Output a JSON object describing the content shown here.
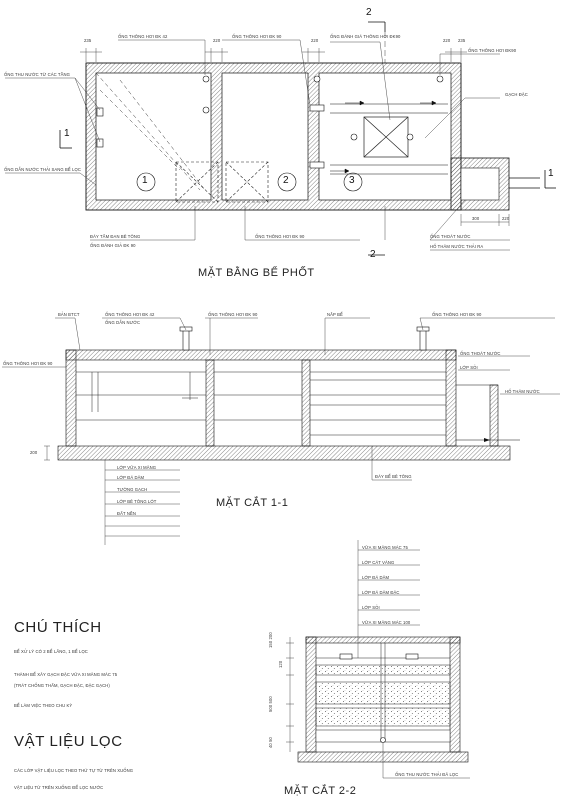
{
  "plan": {
    "title": "MẶT BẰNG BỂ PHỐT",
    "dims": {
      "d235a": "235",
      "d220a": "220",
      "d220b": "220",
      "d220c": "220",
      "d235b": "235",
      "d300": "300",
      "d220e": "220"
    },
    "chambers": {
      "c1": "1",
      "c2": "2",
      "c3": "3"
    },
    "section_marks": {
      "s11": "1",
      "s11b": "1",
      "s22": "2",
      "s22b": "2"
    },
    "labels": {
      "l1": "ỐNG THÔNG HƠI ĐK 42",
      "l2": "ỐNG THÔNG HƠI ĐK 90",
      "l3": "ỐNG ĐÁNH GIẢ ĐK 90",
      "l4": "ỐNG THÔNG HƠI ĐK 90",
      "l5": "ỐNG ĐÁNH GIÁ THÔNG HƠI ĐK90",
      "l6": "ỐNG THÔNG HƠI ĐK90",
      "l7": "GẠCH ĐẶC",
      "l8": "ỐNG THU NƯỚC TỪ CÁC TẦNG",
      "l9": "ỐNG DẪN NƯỚC THẢI SANG BỂ LỌC",
      "l10": "ĐÁY TẤM ĐAN BÊ TÔNG",
      "l11": "ỐNG THOÁT NƯỚC",
      "l12": "HỐ THĂM NƯỚC THẢI RA"
    }
  },
  "section11": {
    "title": "MẶT CẮT 1-1",
    "labels": {
      "a1": "BẢN BTCT",
      "a2": "ỐNG THÔNG HƠI ĐK 42",
      "a3": "ỐNG THÔNG HƠI ĐK 90",
      "a4": "ỐNG THÔNG HƠI ĐK 90",
      "a5": "NẮP BỂ",
      "a6": "ỐNG THÔNG HƠI ĐK 90",
      "a7": "ỐNG DẪN NƯỚC",
      "a8": "ỐNG THOÁT NƯỚC",
      "a9": "HỐ THĂM NƯỚC",
      "a10": "LỚP SỎI",
      "a11": "ĐÁY BỂ BÊ TÔNG",
      "a12": "LỚP VỮA XI MĂNG",
      "a13": "LỚP ĐÁ DĂM",
      "a14": "TƯỜNG GẠCH",
      "a15": "LỚP BÊ TÔNG LÓT",
      "a16": "ĐẤT NỀN"
    },
    "dims": {
      "d200": "200"
    }
  },
  "section22": {
    "title": "MẶT CẮT 2-2",
    "labels": {
      "b1": "VỮA XI MĂNG MÁC 75",
      "b2": "LỚP CÁT VÀNG",
      "b3": "LỚP ĐÁ DĂM",
      "b4": "LỚP ĐÁ DĂM ĐẶC",
      "b5": "LỚP SỎI",
      "b6": "VỮA XI MĂNG MÁC 100",
      "b7": "ỐNG THU NƯỚC THẢI ĐÃ LỌC"
    },
    "dims": {
      "v1": "150 200",
      "v2": "120",
      "v3": "500 500",
      "v4": "40 50"
    }
  },
  "notes": {
    "heading": "CHÚ THÍCH",
    "items": [
      "BỂ XỬ LÝ CÓ 2 BỂ LẮNG, 1 BỂ LỌC",
      "THÀNH BỂ XÂY GẠCH ĐẶC VỮA XI MĂNG MÁC 75",
      "(TRÁT CHỐNG THẤM, GẠCH ĐẶC, ĐẶC GẠCH)",
      "BỂ LÀM VIỆC THEO CHU KỲ"
    ]
  },
  "filter": {
    "heading": "VẬT LIỆU LỌC",
    "items": [
      "CÁC LỚP VẬT LIỆU LỌC THEO THỨ TỰ TỪ TRÊN XUỐNG",
      "VẬT LIỆU TỪ TRÊN XUỐNG ĐỂ LỌC NƯỚC"
    ]
  }
}
